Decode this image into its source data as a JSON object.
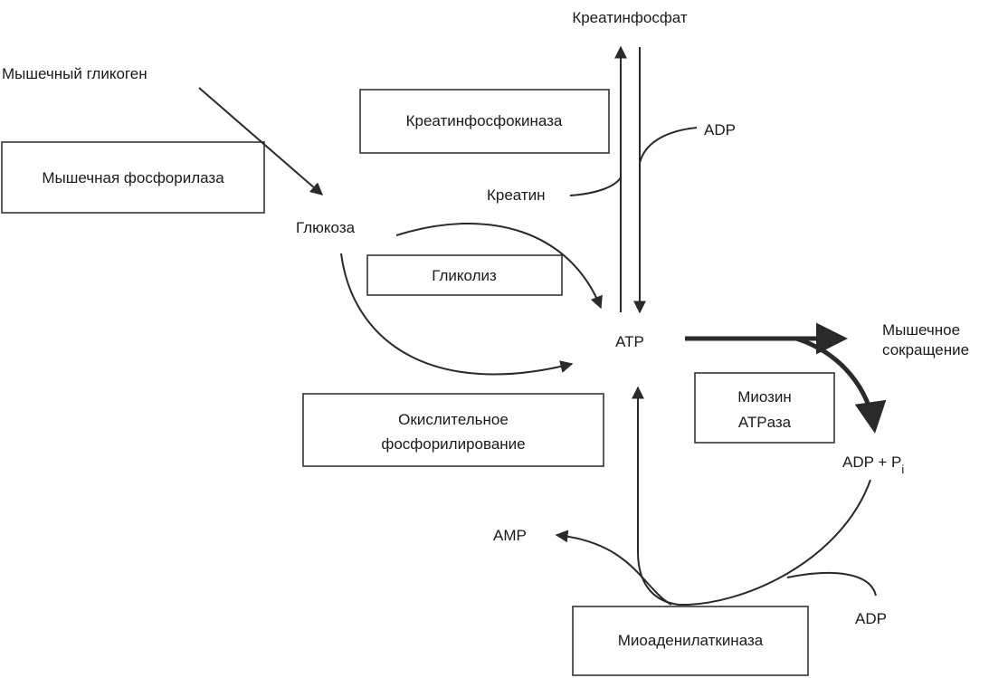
{
  "nodes": {
    "creatine_phosphate": "Креатинфосфат",
    "muscle_glycogen": "Мышечный гликоген",
    "adp_top": "ADP",
    "creatine": "Креатин",
    "glucose": "Глюкоза",
    "atp": "ATP",
    "muscle_contraction_line1": "Мышечное",
    "muscle_contraction_line2": "сокращение",
    "adp_pi": "ADP + P",
    "adp_pi_subscript": "i",
    "amp": "AMP",
    "adp_bottom": "ADP"
  },
  "enzymes": {
    "creatine_phosphokinase": "Креатинфосфокиназа",
    "muscle_phosphorylase": "Мышечная фосфорилаза",
    "glycolysis": "Гликолиз",
    "oxidative_phosphorylation_line1": "Окислительное",
    "oxidative_phosphorylation_line2": "фосфорилирование",
    "myosin_atpase_line1": "Миозин",
    "myosin_atpase_line2": "ATPаза",
    "myoadenylate_kinase": "Миоаденилаткиназа"
  },
  "colors": {
    "ink": "#1a1a1a",
    "background": "#ffffff"
  }
}
